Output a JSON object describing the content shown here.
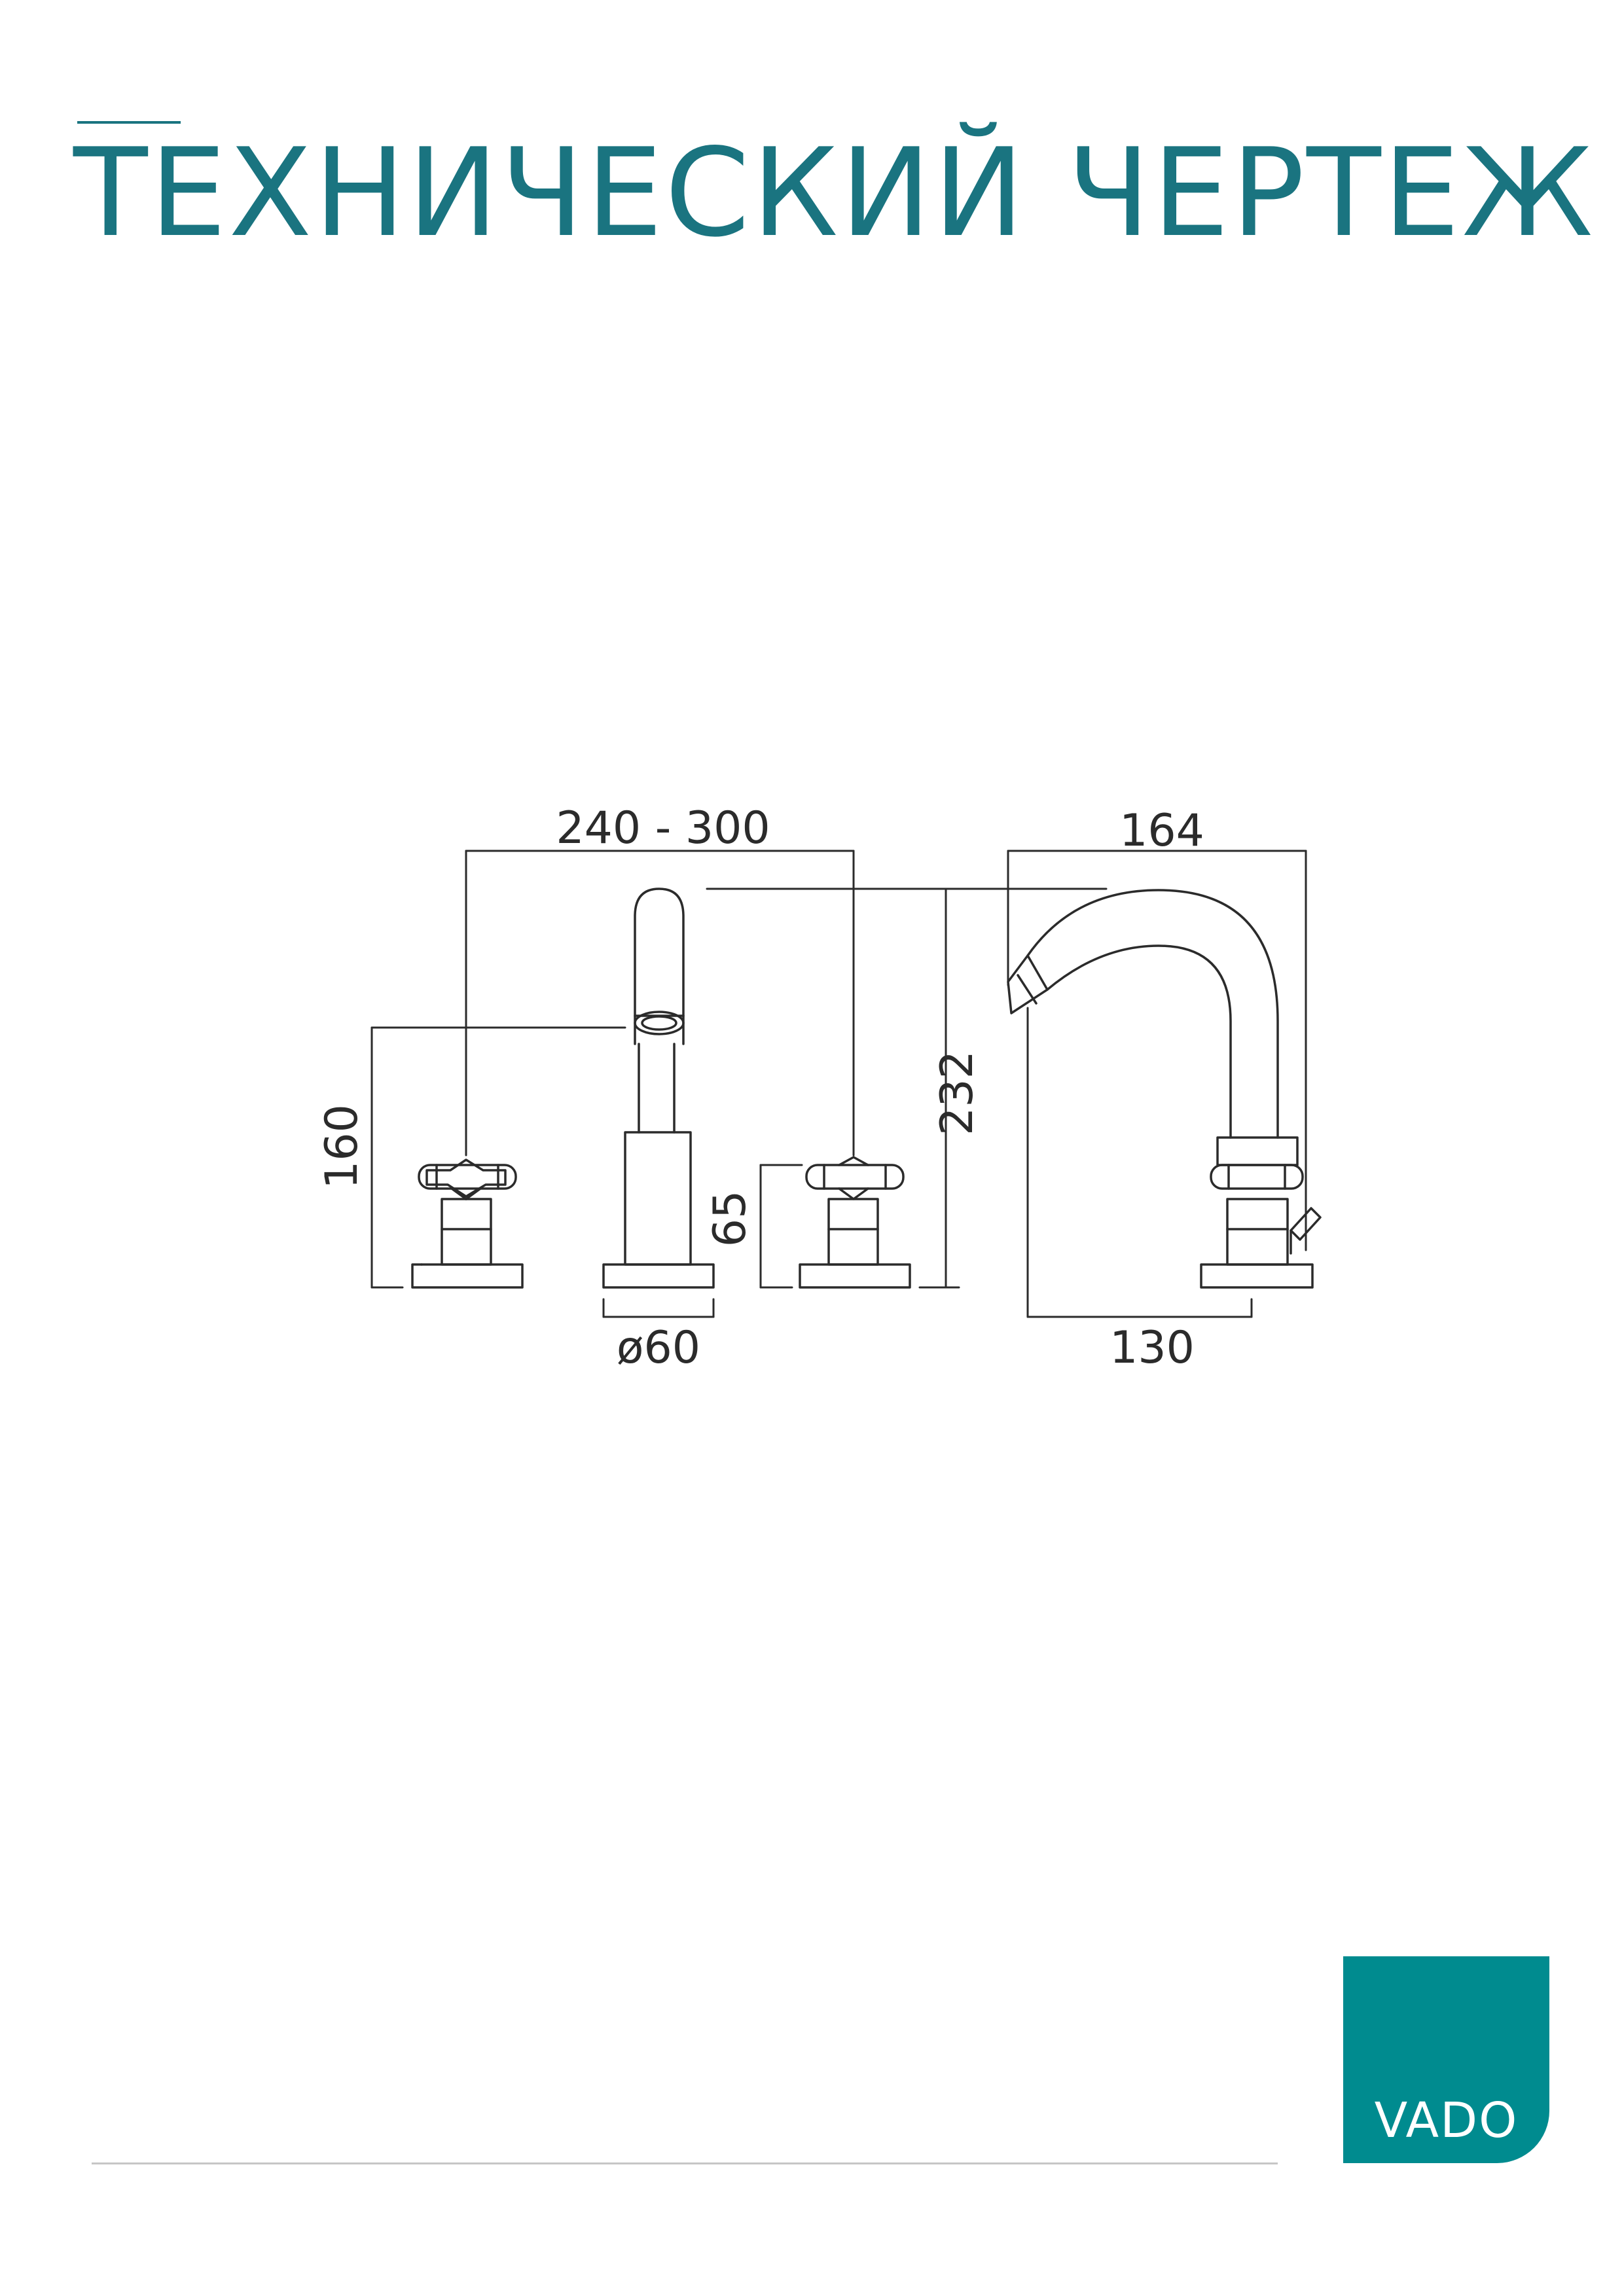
{
  "header": {
    "title": "ТЕХНИЧЕСКИЙ ЧЕРТЕЖ"
  },
  "drawing": {
    "dimensions": {
      "handle_spacing": "240 - 300",
      "spout_reach": "164",
      "height_overall": "232",
      "height_to_outlet": "160",
      "handle_height": "65",
      "base_diameter": "ø60",
      "reach_from_center": "130"
    }
  },
  "brand": {
    "logo_text": "VADO",
    "color": "#008b8f"
  },
  "colors": {
    "title": "#1a7480",
    "line": "#2b2b2b"
  }
}
